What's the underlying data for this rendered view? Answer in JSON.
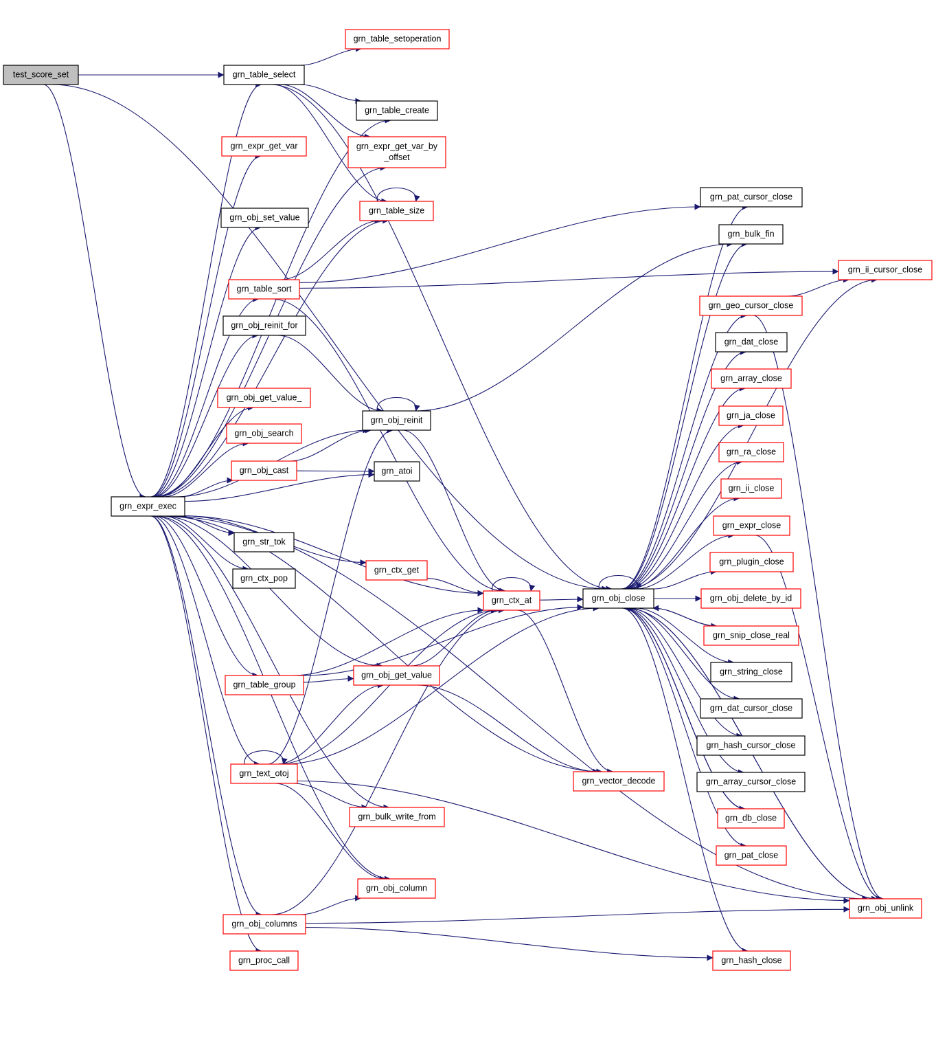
{
  "colors": {
    "edge": "#191970",
    "link_border": "#ff0000",
    "plain_border": "#000000",
    "root_fill": "#bfbfbf"
  },
  "nodes": [
    {
      "id": "test_score_set",
      "label": "test_score_set",
      "style": "root"
    },
    {
      "id": "grn_table_select",
      "label": "grn_table_select",
      "style": "black"
    },
    {
      "id": "grn_table_setoperation",
      "label": "grn_table_setoperation",
      "style": "red"
    },
    {
      "id": "grn_table_create",
      "label": "grn_table_create",
      "style": "black"
    },
    {
      "id": "grn_expr_get_var",
      "label": "grn_expr_get_var",
      "style": "red"
    },
    {
      "id": "grn_expr_get_var_by_offset",
      "label": "grn_expr_get_var_by\n_offset",
      "style": "red"
    },
    {
      "id": "grn_table_size",
      "label": "grn_table_size",
      "style": "red"
    },
    {
      "id": "grn_obj_set_value",
      "label": "grn_obj_set_value",
      "style": "black"
    },
    {
      "id": "grn_table_sort",
      "label": "grn_table_sort",
      "style": "red"
    },
    {
      "id": "grn_obj_reinit_for",
      "label": "grn_obj_reinit_for",
      "style": "black"
    },
    {
      "id": "grn_obj_get_value_",
      "label": "grn_obj_get_value_",
      "style": "red"
    },
    {
      "id": "grn_obj_reinit",
      "label": "grn_obj_reinit",
      "style": "black"
    },
    {
      "id": "grn_obj_search",
      "label": "grn_obj_search",
      "style": "red"
    },
    {
      "id": "grn_obj_cast",
      "label": "grn_obj_cast",
      "style": "red"
    },
    {
      "id": "grn_atoi",
      "label": "grn_atoi",
      "style": "black"
    },
    {
      "id": "grn_expr_exec",
      "label": "grn_expr_exec",
      "style": "black"
    },
    {
      "id": "grn_str_tok",
      "label": "grn_str_tok",
      "style": "black"
    },
    {
      "id": "grn_ctx_pop",
      "label": "grn_ctx_pop",
      "style": "black"
    },
    {
      "id": "grn_ctx_get",
      "label": "grn_ctx_get",
      "style": "red"
    },
    {
      "id": "grn_ctx_at",
      "label": "grn_ctx_at",
      "style": "red"
    },
    {
      "id": "grn_obj_close",
      "label": "grn_obj_close",
      "style": "black"
    },
    {
      "id": "grn_table_group",
      "label": "grn_table_group",
      "style": "red"
    },
    {
      "id": "grn_obj_get_value",
      "label": "grn_obj_get_value",
      "style": "red"
    },
    {
      "id": "grn_text_otoj",
      "label": "grn_text_otoj",
      "style": "red"
    },
    {
      "id": "grn_vector_decode",
      "label": "grn_vector_decode",
      "style": "red"
    },
    {
      "id": "grn_bulk_write_from",
      "label": "grn_bulk_write_from",
      "style": "red"
    },
    {
      "id": "grn_obj_column",
      "label": "grn_obj_column",
      "style": "red"
    },
    {
      "id": "grn_obj_columns",
      "label": "grn_obj_columns",
      "style": "red"
    },
    {
      "id": "grn_proc_call",
      "label": "grn_proc_call",
      "style": "red"
    },
    {
      "id": "grn_pat_cursor_close",
      "label": "grn_pat_cursor_close",
      "style": "black"
    },
    {
      "id": "grn_bulk_fin",
      "label": "grn_bulk_fin",
      "style": "black"
    },
    {
      "id": "grn_ii_cursor_close",
      "label": "grn_ii_cursor_close",
      "style": "red"
    },
    {
      "id": "grn_geo_cursor_close",
      "label": "grn_geo_cursor_close",
      "style": "red"
    },
    {
      "id": "grn_dat_close",
      "label": "grn_dat_close",
      "style": "black"
    },
    {
      "id": "grn_array_close",
      "label": "grn_array_close",
      "style": "red"
    },
    {
      "id": "grn_ja_close",
      "label": "grn_ja_close",
      "style": "red"
    },
    {
      "id": "grn_ra_close",
      "label": "grn_ra_close",
      "style": "red"
    },
    {
      "id": "grn_ii_close",
      "label": "grn_ii_close",
      "style": "red"
    },
    {
      "id": "grn_expr_close",
      "label": "grn_expr_close",
      "style": "red"
    },
    {
      "id": "grn_plugin_close",
      "label": "grn_plugin_close",
      "style": "red"
    },
    {
      "id": "grn_obj_delete_by_id",
      "label": "grn_obj_delete_by_id",
      "style": "red"
    },
    {
      "id": "grn_snip_close_real",
      "label": "grn_snip_close_real",
      "style": "red"
    },
    {
      "id": "grn_string_close",
      "label": "grn_string_close",
      "style": "black"
    },
    {
      "id": "grn_dat_cursor_close",
      "label": "grn_dat_cursor_close",
      "style": "black"
    },
    {
      "id": "grn_hash_cursor_close",
      "label": "grn_hash_cursor_close",
      "style": "black"
    },
    {
      "id": "grn_array_cursor_close",
      "label": "grn_array_cursor_close",
      "style": "black"
    },
    {
      "id": "grn_db_close",
      "label": "grn_db_close",
      "style": "red"
    },
    {
      "id": "grn_pat_close",
      "label": "grn_pat_close",
      "style": "red"
    },
    {
      "id": "grn_obj_unlink",
      "label": "grn_obj_unlink",
      "style": "red"
    },
    {
      "id": "grn_hash_close",
      "label": "grn_hash_close",
      "style": "red"
    }
  ],
  "edges": [
    [
      "test_score_set",
      "grn_table_select"
    ],
    [
      "test_score_set",
      "grn_obj_close"
    ],
    [
      "test_score_set",
      "grn_expr_exec"
    ],
    [
      "grn_table_select",
      "grn_table_setoperation"
    ],
    [
      "grn_table_select",
      "grn_table_create"
    ],
    [
      "grn_table_select",
      "grn_expr_get_var_by_offset"
    ],
    [
      "grn_table_select",
      "grn_table_size"
    ],
    [
      "grn_table_select",
      "grn_obj_close"
    ],
    [
      "grn_table_size",
      "grn_table_size"
    ],
    [
      "grn_table_sort",
      "grn_table_size"
    ],
    [
      "grn_table_sort",
      "grn_pat_cursor_close"
    ],
    [
      "grn_table_sort",
      "grn_ii_cursor_close"
    ],
    [
      "grn_table_sort",
      "grn_ctx_at"
    ],
    [
      "grn_obj_reinit_for",
      "grn_obj_reinit"
    ],
    [
      "grn_obj_reinit",
      "grn_obj_reinit"
    ],
    [
      "grn_obj_reinit",
      "grn_bulk_fin"
    ],
    [
      "grn_obj_reinit",
      "grn_ctx_at"
    ],
    [
      "grn_obj_cast",
      "grn_obj_reinit"
    ],
    [
      "grn_obj_cast",
      "grn_atoi"
    ],
    [
      "grn_expr_exec",
      "grn_table_select"
    ],
    [
      "grn_expr_exec",
      "grn_table_create"
    ],
    [
      "grn_expr_exec",
      "grn_expr_get_var"
    ],
    [
      "grn_expr_exec",
      "grn_expr_get_var_by_offset"
    ],
    [
      "grn_expr_exec",
      "grn_table_size"
    ],
    [
      "grn_expr_exec",
      "grn_obj_set_value"
    ],
    [
      "grn_expr_exec",
      "grn_table_sort"
    ],
    [
      "grn_expr_exec",
      "grn_obj_reinit_for"
    ],
    [
      "grn_expr_exec",
      "grn_obj_get_value_"
    ],
    [
      "grn_expr_exec",
      "grn_obj_reinit"
    ],
    [
      "grn_expr_exec",
      "grn_obj_search"
    ],
    [
      "grn_expr_exec",
      "grn_obj_cast"
    ],
    [
      "grn_expr_exec",
      "grn_atoi"
    ],
    [
      "grn_expr_exec",
      "grn_str_tok"
    ],
    [
      "grn_expr_exec",
      "grn_ctx_pop"
    ],
    [
      "grn_expr_exec",
      "grn_ctx_get"
    ],
    [
      "grn_expr_exec",
      "grn_ctx_at"
    ],
    [
      "grn_expr_exec",
      "grn_table_group"
    ],
    [
      "grn_expr_exec",
      "grn_obj_get_value"
    ],
    [
      "grn_expr_exec",
      "grn_text_otoj"
    ],
    [
      "grn_expr_exec",
      "grn_bulk_write_from"
    ],
    [
      "grn_expr_exec",
      "grn_vector_decode"
    ],
    [
      "grn_expr_exec",
      "grn_obj_column"
    ],
    [
      "grn_expr_exec",
      "grn_obj_columns"
    ],
    [
      "grn_expr_exec",
      "grn_proc_call"
    ],
    [
      "grn_expr_exec",
      "grn_obj_unlink"
    ],
    [
      "grn_ctx_get",
      "grn_ctx_at"
    ],
    [
      "grn_ctx_at",
      "grn_ctx_at"
    ],
    [
      "grn_ctx_at",
      "grn_obj_close"
    ],
    [
      "grn_ctx_at",
      "grn_vector_decode"
    ],
    [
      "grn_table_group",
      "grn_ctx_at"
    ],
    [
      "grn_table_group",
      "grn_obj_close"
    ],
    [
      "grn_table_group",
      "grn_obj_get_value"
    ],
    [
      "grn_obj_get_value",
      "grn_ctx_at"
    ],
    [
      "grn_obj_get_value",
      "grn_vector_decode"
    ],
    [
      "grn_text_otoj",
      "grn_text_otoj"
    ],
    [
      "grn_text_otoj",
      "grn_obj_reinit"
    ],
    [
      "grn_text_otoj",
      "grn_obj_get_value"
    ],
    [
      "grn_text_otoj",
      "grn_ctx_at"
    ],
    [
      "grn_text_otoj",
      "grn_obj_close"
    ],
    [
      "grn_text_otoj",
      "grn_bulk_write_from"
    ],
    [
      "grn_text_otoj",
      "grn_obj_column"
    ],
    [
      "grn_text_otoj",
      "grn_obj_unlink"
    ],
    [
      "grn_obj_columns",
      "grn_obj_column"
    ],
    [
      "grn_obj_columns",
      "grn_ctx_at"
    ],
    [
      "grn_obj_columns",
      "grn_hash_close"
    ],
    [
      "grn_obj_columns",
      "grn_obj_unlink"
    ],
    [
      "grn_obj_close",
      "grn_obj_close"
    ],
    [
      "grn_obj_close",
      "grn_pat_cursor_close"
    ],
    [
      "grn_obj_close",
      "grn_bulk_fin"
    ],
    [
      "grn_obj_close",
      "grn_ii_cursor_close"
    ],
    [
      "grn_obj_close",
      "grn_geo_cursor_close"
    ],
    [
      "grn_obj_close",
      "grn_dat_close"
    ],
    [
      "grn_obj_close",
      "grn_array_close"
    ],
    [
      "grn_obj_close",
      "grn_ja_close"
    ],
    [
      "grn_obj_close",
      "grn_ra_close"
    ],
    [
      "grn_obj_close",
      "grn_ii_close"
    ],
    [
      "grn_obj_close",
      "grn_expr_close"
    ],
    [
      "grn_obj_close",
      "grn_plugin_close"
    ],
    [
      "grn_obj_close",
      "grn_obj_delete_by_id"
    ],
    [
      "grn_obj_close",
      "grn_snip_close_real"
    ],
    [
      "grn_obj_close",
      "grn_string_close"
    ],
    [
      "grn_obj_close",
      "grn_dat_cursor_close"
    ],
    [
      "grn_obj_close",
      "grn_hash_cursor_close"
    ],
    [
      "grn_obj_close",
      "grn_array_cursor_close"
    ],
    [
      "grn_obj_close",
      "grn_db_close"
    ],
    [
      "grn_obj_close",
      "grn_pat_close"
    ],
    [
      "grn_obj_close",
      "grn_hash_close"
    ],
    [
      "grn_obj_close",
      "grn_obj_unlink"
    ],
    [
      "grn_snip_close_real",
      "grn_obj_close"
    ],
    [
      "grn_db_close",
      "grn_obj_close"
    ],
    [
      "grn_geo_cursor_close",
      "grn_ii_cursor_close"
    ],
    [
      "grn_geo_cursor_close",
      "grn_obj_unlink"
    ],
    [
      "grn_expr_close",
      "grn_obj_unlink"
    ],
    [
      "grn_obj_unlink",
      "grn_obj_close"
    ]
  ]
}
